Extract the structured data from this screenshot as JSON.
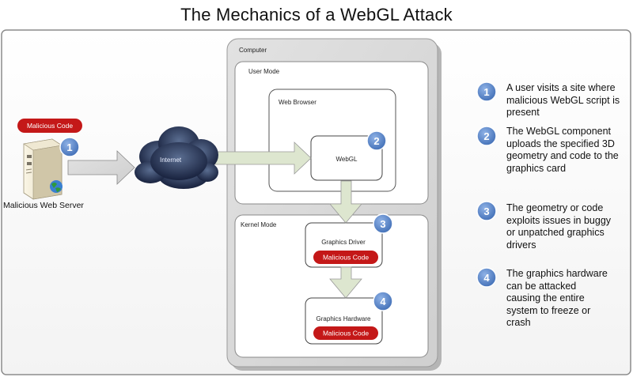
{
  "title": "The Mechanics of a WebGL Attack",
  "labels": {
    "computer": "Computer",
    "user_mode": "User Mode",
    "web_browser": "Web Browser",
    "webgl": "WebGL",
    "kernel_mode": "Kernel Mode",
    "graphics_driver": "Graphics Driver",
    "graphics_hardware": "Graphics Hardware",
    "internet": "Internet",
    "server": "Malicious Web Server",
    "malicious_code": "Malicious Code"
  },
  "badges": [
    "1",
    "2",
    "3",
    "4"
  ],
  "steps": [
    {
      "num": "1",
      "text": "A user visits a site where malicious WebGL script is present"
    },
    {
      "num": "2",
      "text": "The WebGL component uploads the specified 3D geometry and code to the graphics card"
    },
    {
      "num": "3",
      "text": "The geometry or code exploits issues in buggy or unpatched graphics drivers"
    },
    {
      "num": "4",
      "text": "The graphics hardware can be attacked causing the entire system to freeze or crash"
    }
  ],
  "colors": {
    "badge": "#5b87c7",
    "malicious": "#c41818",
    "arrow": "#dde6cf",
    "computer_box": "#d6d6d6"
  }
}
